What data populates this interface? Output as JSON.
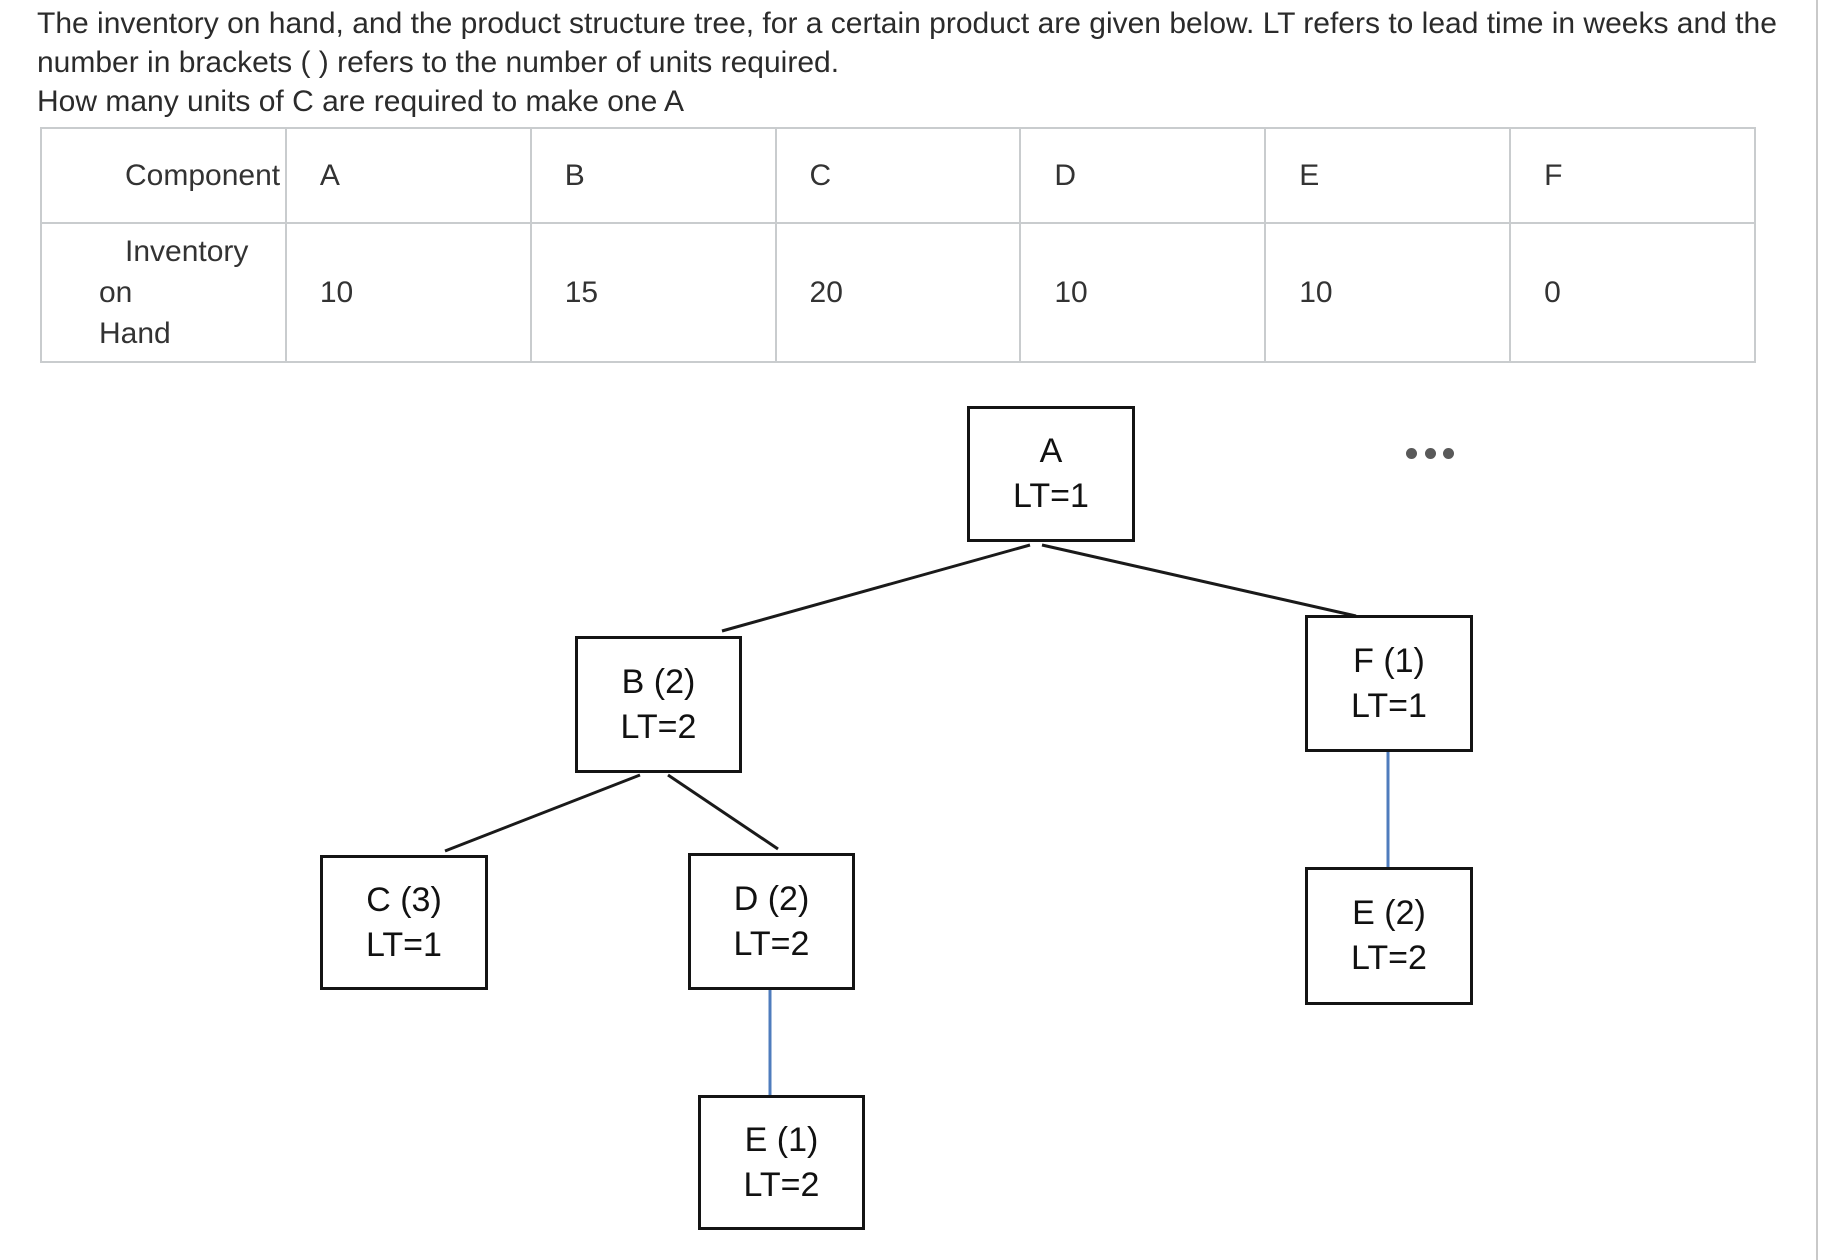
{
  "question": {
    "line1": "The inventory on hand, and the product structure tree, for a certain product are given below. LT refers to lead time in weeks and the",
    "line2": "number in brackets ( ) refers to the number of units required.",
    "line3": "How many units of C are required to make one A"
  },
  "table": {
    "header": [
      "Component",
      "A",
      "B",
      "C",
      "D",
      "E",
      "F"
    ],
    "row_label_line1": "Inventory on",
    "row_label_line2": "Hand",
    "values": [
      "10",
      "15",
      "20",
      "10",
      "10",
      "0"
    ]
  },
  "tree": {
    "nodes": {
      "a": {
        "line1": "A",
        "line2": "LT=1"
      },
      "b": {
        "line1": "B (2)",
        "line2": "LT=2"
      },
      "f": {
        "line1": "F (1)",
        "line2": "LT=1"
      },
      "c": {
        "line1": "C (3)",
        "line2": "LT=1"
      },
      "d": {
        "line1": "D (2)",
        "line2": "LT=2"
      },
      "e1": {
        "line1": "E (1)",
        "line2": "LT=2"
      },
      "e2": {
        "line1": "E (2)",
        "line2": "LT=2"
      }
    },
    "edges": [
      {
        "from": "A",
        "to": "B"
      },
      {
        "from": "A",
        "to": "F"
      },
      {
        "from": "B",
        "to": "C"
      },
      {
        "from": "B",
        "to": "D"
      },
      {
        "from": "D",
        "to": "E1"
      },
      {
        "from": "F",
        "to": "E2"
      }
    ]
  },
  "icons": {
    "more_options": "ellipsis-three-dots"
  },
  "colors": {
    "edge_black": "#1a1a1a",
    "edge_blue": "#4f7cbd",
    "table_border": "#c9ccce",
    "dots_gray": "#595959"
  }
}
